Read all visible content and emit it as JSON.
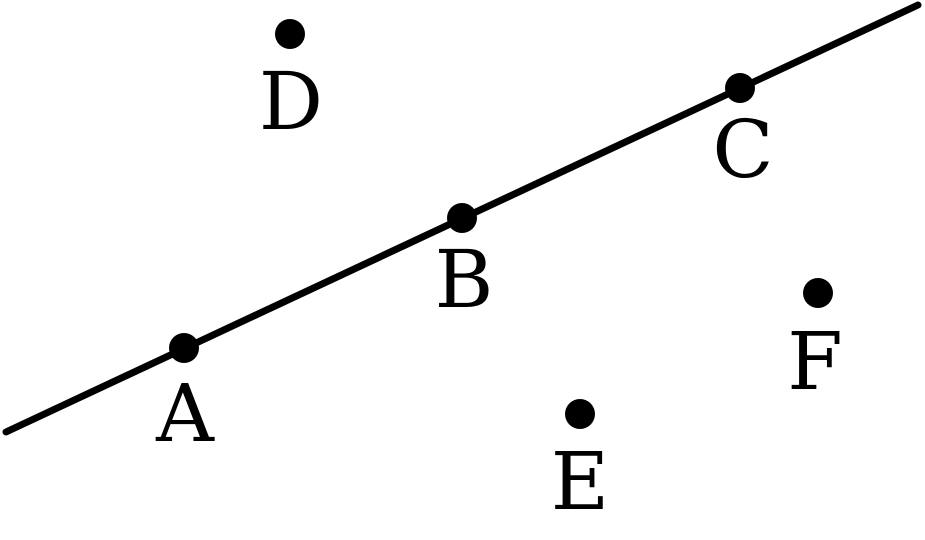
{
  "diagram": {
    "line_color": "#000000",
    "point_color": "#000000",
    "background": "#ffffff",
    "points": {
      "A": {
        "label": "A"
      },
      "B": {
        "label": "B"
      },
      "C": {
        "label": "C"
      },
      "D": {
        "label": "D"
      },
      "E": {
        "label": "E"
      },
      "F": {
        "label": "F"
      }
    },
    "line_through": [
      "A",
      "B",
      "C"
    ]
  }
}
